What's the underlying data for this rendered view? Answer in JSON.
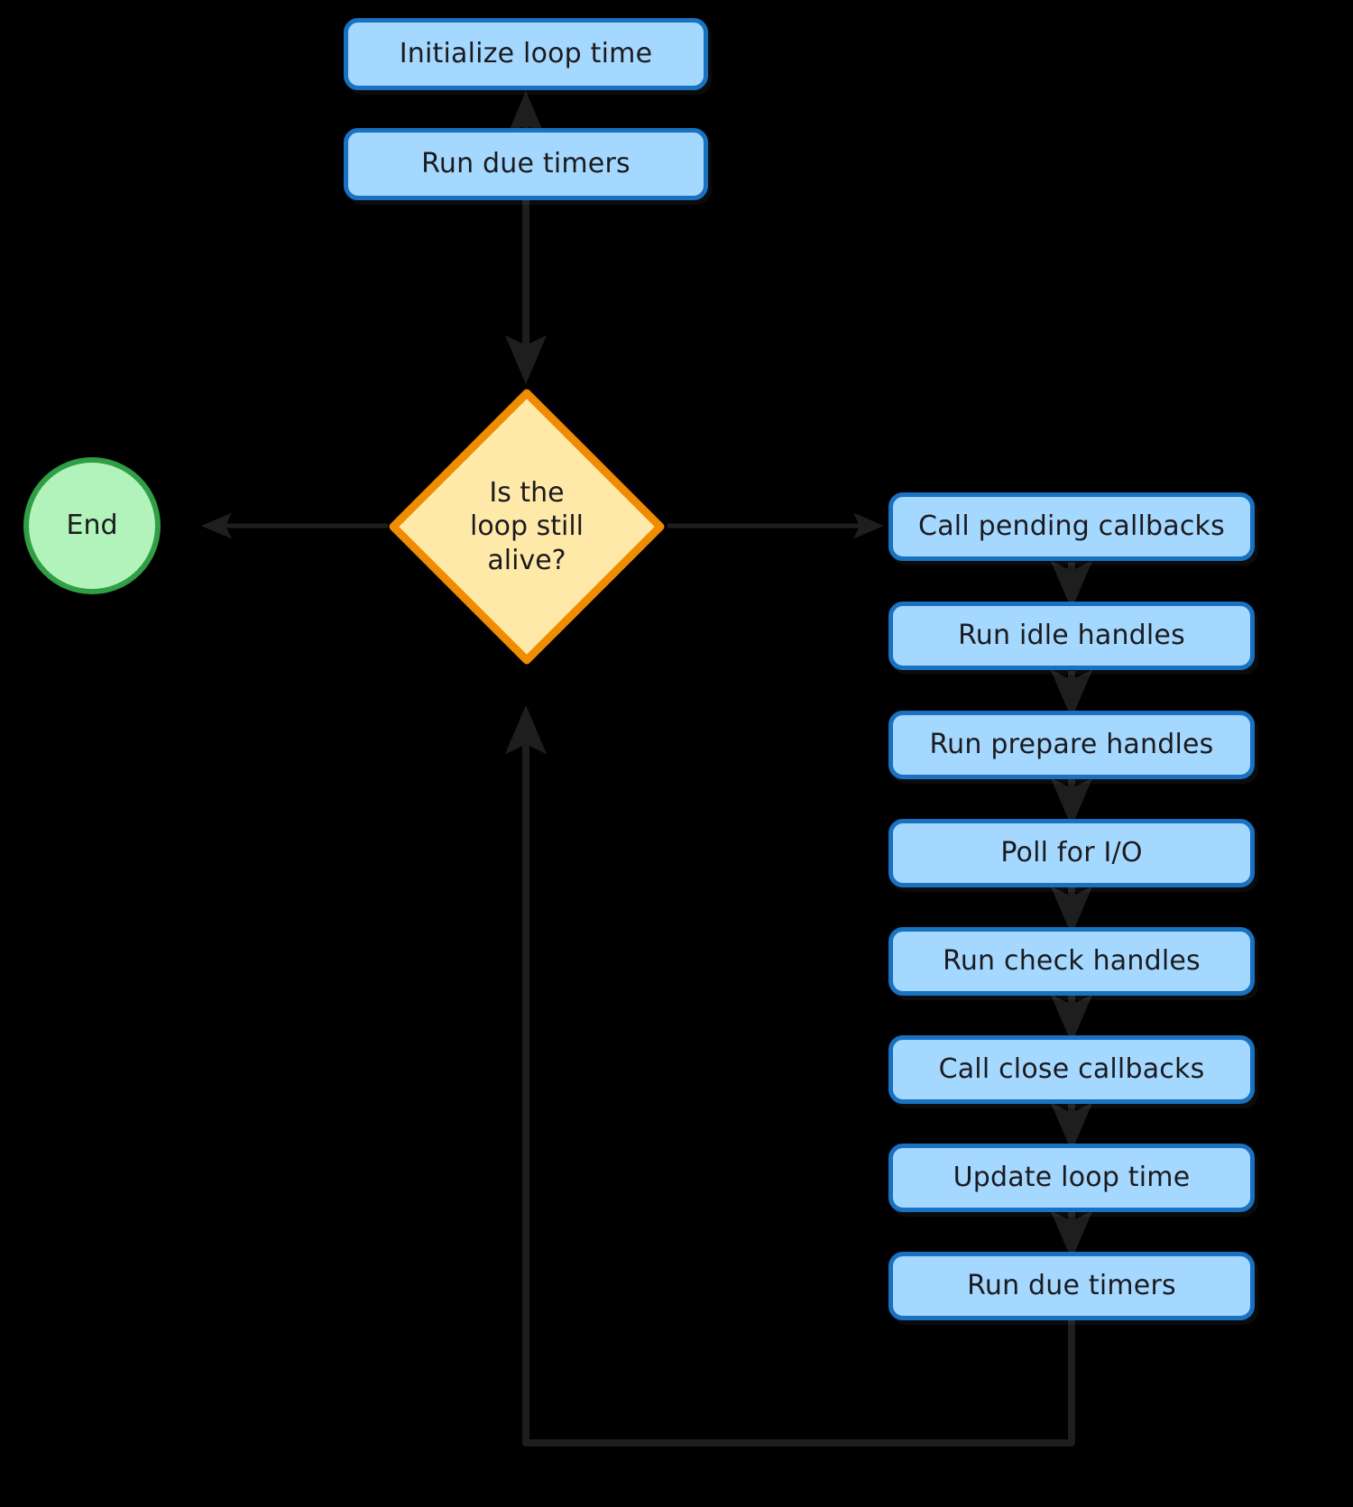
{
  "diagram": {
    "title": "Event loop flowchart",
    "background": "#000000",
    "node_styles": {
      "process_fill": "#a5d8ff",
      "process_stroke": "#1971c2",
      "decision_fill": "#ffe9a8",
      "decision_stroke": "#f08c00",
      "terminal_fill": "#b2f2bb",
      "terminal_stroke": "#2f9e44",
      "edge_color": "#1e1e1e",
      "text_color": "#1b1b1f"
    },
    "nodes": {
      "initialize_loop_time": {
        "label": "Initialize loop time",
        "type": "process"
      },
      "run_due_timers_top": {
        "label": "Run due timers",
        "type": "process"
      },
      "loop_alive_decision": {
        "label": "Is the\nloop still\nalive?",
        "type": "decision"
      },
      "end": {
        "label": "End",
        "type": "terminal"
      },
      "call_pending_callbacks": {
        "label": "Call pending callbacks",
        "type": "process"
      },
      "run_idle_handles": {
        "label": "Run idle handles",
        "type": "process"
      },
      "run_prepare_handles": {
        "label": "Run prepare handles",
        "type": "process"
      },
      "poll_for_io": {
        "label": "Poll for I/O",
        "type": "process"
      },
      "run_check_handles": {
        "label": "Run check handles",
        "type": "process"
      },
      "call_close_callbacks": {
        "label": "Call close callbacks",
        "type": "process"
      },
      "update_loop_time": {
        "label": "Update loop time",
        "type": "process"
      },
      "run_due_timers_bottom": {
        "label": "Run due timers",
        "type": "process"
      }
    },
    "edges": [
      {
        "from": "run_due_timers_top",
        "to": "initialize_loop_time",
        "label": ""
      },
      {
        "from": "run_due_timers_top",
        "to": "loop_alive_decision",
        "label": ""
      },
      {
        "from": "loop_alive_decision",
        "to": "end",
        "label": ""
      },
      {
        "from": "loop_alive_decision",
        "to": "call_pending_callbacks",
        "label": ""
      },
      {
        "from": "call_pending_callbacks",
        "to": "run_idle_handles",
        "label": ""
      },
      {
        "from": "run_idle_handles",
        "to": "run_prepare_handles",
        "label": ""
      },
      {
        "from": "run_prepare_handles",
        "to": "poll_for_io",
        "label": ""
      },
      {
        "from": "poll_for_io",
        "to": "run_check_handles",
        "label": ""
      },
      {
        "from": "run_check_handles",
        "to": "call_close_callbacks",
        "label": ""
      },
      {
        "from": "call_close_callbacks",
        "to": "update_loop_time",
        "label": ""
      },
      {
        "from": "update_loop_time",
        "to": "run_due_timers_bottom",
        "label": ""
      },
      {
        "from": "run_due_timers_bottom",
        "to": "loop_alive_decision",
        "label": ""
      }
    ]
  }
}
